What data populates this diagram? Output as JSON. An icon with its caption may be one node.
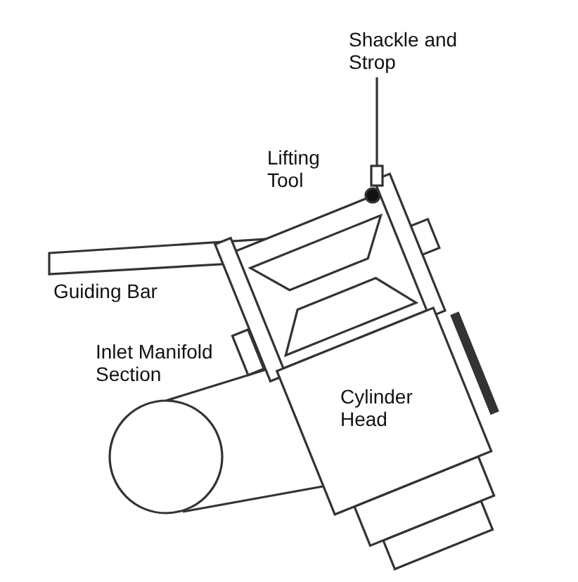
{
  "diagram": {
    "labels": [
      "Shackle and Strop",
      "Lifting Tool",
      "Guiding Bar",
      "Inlet Manifold Section",
      "Cylinder Head"
    ]
  }
}
